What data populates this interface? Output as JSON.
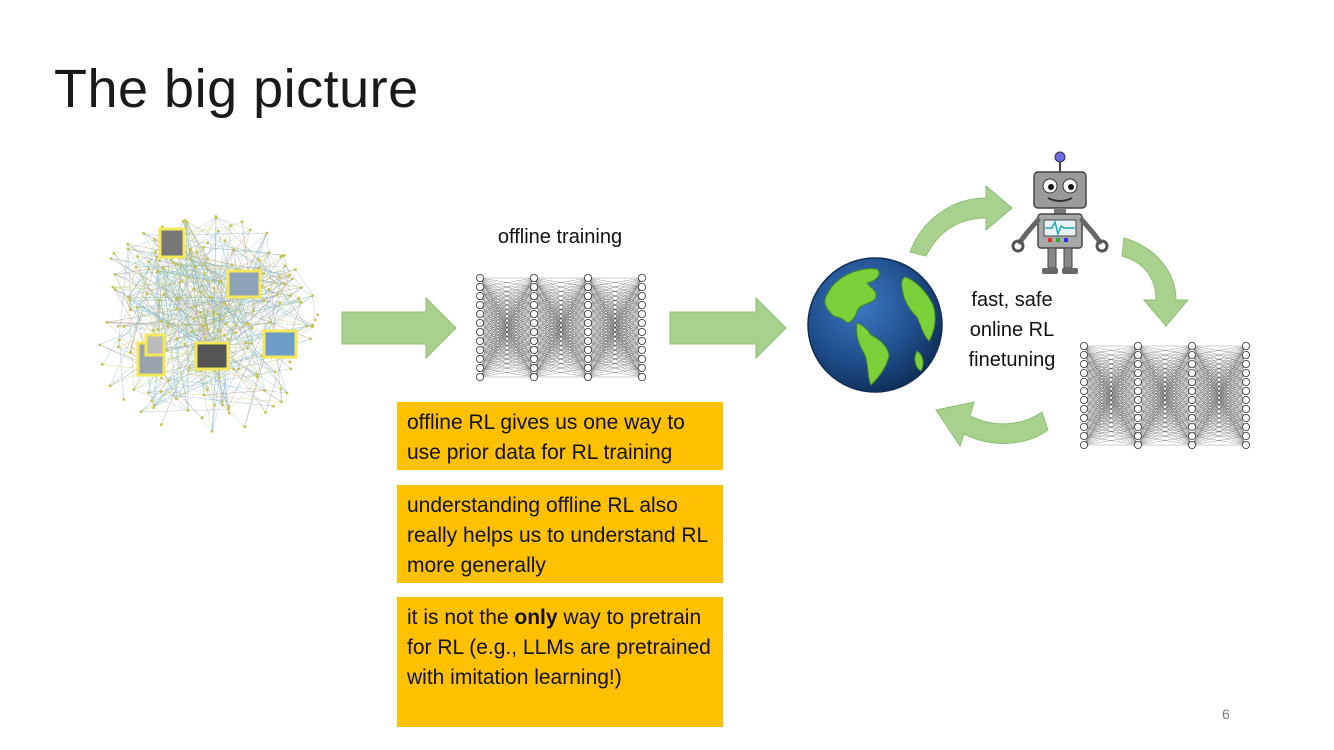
{
  "slide": {
    "title": "The big picture",
    "page_number": "6",
    "offline_training_label": "offline training",
    "finetune_label": [
      "fast, safe",
      "online RL",
      "finetuning"
    ],
    "boxes": [
      {
        "parts": [
          {
            "text": "offline RL gives us one way to use prior data for RL training",
            "bold": false
          }
        ]
      },
      {
        "parts": [
          {
            "text": "understanding offline RL also really helps us to understand RL more generally",
            "bold": false
          }
        ]
      },
      {
        "parts": [
          {
            "text": "it is not the ",
            "bold": false
          },
          {
            "text": "only",
            "bold": true
          },
          {
            "text": " way to pretrain for RL (e.g., LLMs are pretrained with imitation learning!)",
            "bold": false
          }
        ]
      }
    ],
    "colors": {
      "box_fill": "#FFC000",
      "arrow_fill": "#A9D18E",
      "arrow_stroke": "#70AD47",
      "globe_ocean": "#1F4E8C",
      "globe_land": "#7CD13A"
    },
    "icons": [
      "data-graph-icon",
      "neural-network-icon",
      "globe-icon",
      "robot-icon"
    ]
  }
}
